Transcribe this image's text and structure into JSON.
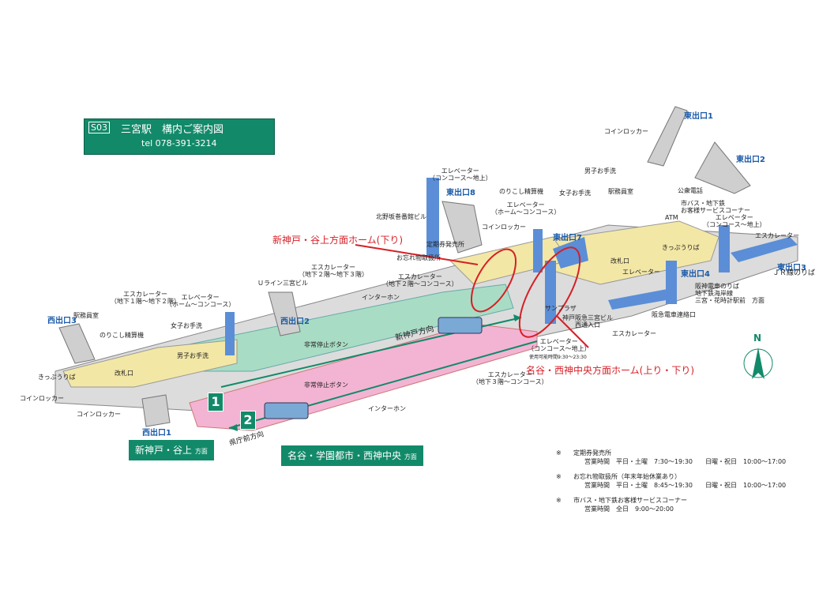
{
  "title": {
    "code": "S03",
    "name": "三宮駅　構内ご案内図",
    "tel": "tel 078-391-3214"
  },
  "highlight_labels": {
    "shinkobe_platform": "新神戸・谷上方面ホーム(下り)",
    "meikoku_platform": "名谷・西神中央方面ホーム(上り・下り)"
  },
  "exits": {
    "east1": "東出口1",
    "east2": "東出口2",
    "east3": "東出口3",
    "east4": "東出口4",
    "east7": "東出口7",
    "east8": "東出口8",
    "west1": "西出口1",
    "west2": "西出口2",
    "west3": "西出口3"
  },
  "platforms": {
    "p1_number": "1",
    "p2_number": "2",
    "p1_direction": "新神戸・谷上",
    "p1_suffix": "方面",
    "p2_direction": "名谷・学園都市・西神中央",
    "p2_suffix": "方面",
    "toward_shinkobe": "新神戸方向",
    "toward_kenchomae": "県庁前方向"
  },
  "labels": {
    "coin_locker_top": "コインロッカー",
    "mens_restroom_top": "男子お手洗",
    "womens_restroom_top": "女子お手洗",
    "station_office_top": "駅務員室",
    "public_phone": "公衆電話",
    "bus_service_1": "市バス・地下鉄",
    "bus_service_2": "お客様サービスコーナー",
    "atm": "ATM",
    "elevator_concourse_ground_1": "エレベーター",
    "elevator_concourse_ground_2": "（コンコース～地上）",
    "elevator_top_right_1": "エレベーター",
    "elevator_top_right_2": "（コンコース～地上）",
    "escalator_right": "エスカレーター",
    "jr_transfer": "ＪＲ線のりば",
    "hanshin_1": "阪神電車のりば",
    "hanshin_2": "地下鉄海岸線",
    "hanshin_3": "三宮・花時計駅前　方面",
    "hankyu_link": "阪急電車連絡口",
    "escalator_bottom_right": "エスカレーター",
    "fare_adjust_top": "のりこし精算機",
    "elevator_home_concourse_1": "エレベーター",
    "elevator_home_concourse_2": "（ホーム～コンコース）",
    "coin_locker_mid": "コインロッカー",
    "pass_office": "定期券発売所",
    "lost_found": "お忘れ物取扱所",
    "kitanozaka": "北野坂巻番館ビル",
    "escalator_b2_concourse_1": "エスカレーター",
    "escalator_b2_concourse_2": "（地下２階～コンコース）",
    "escalator_b2_b3_1": "エスカレーター",
    "escalator_b2_b3_2": "（地下２階～地下３階）",
    "uline": "Ｕライン三宮ビル",
    "intercom_top": "インターホン",
    "emergency_top": "非常停止ボタン",
    "emergency_bottom": "非常停止ボタン",
    "intercom_bottom": "インターホン",
    "elevator_center_1": "エレベーター",
    "elevator_center_2": "（コンコース～地上）",
    "elevator_hours": "使用可能時間9:30～23:30",
    "escalator_b3_1": "エスカレーター",
    "escalator_b3_2": "（地下３階～コンコース）",
    "sanpal": "サンプラザ",
    "kobe_hankyu_1": "神戸阪急三宮ビル",
    "kobe_hankyu_2": "西通入口",
    "gate_left": "改札口",
    "gate_right": "改札口",
    "ticket_right": "きっぷうりば",
    "elevator_right_small": "エレベーター",
    "escalator_left_1": "エスカレーター",
    "escalator_left_2": "（地下１階～地下２階）",
    "station_office_left": "駅務員室",
    "fare_adjust_left": "のりこし精算機",
    "elevator_left_1": "エレベーター",
    "elevator_left_2": "（ホーム～コンコース）",
    "womens_restroom_left": "女子お手洗",
    "mens_restroom_left": "男子お手洗",
    "ticket_left": "きっぷうりば",
    "coin_locker_left": "コインロッカー",
    "coin_locker_left2": "コインロッカー",
    "north": "N"
  },
  "notes": [
    {
      "mark": "※",
      "title": "定期券発売所",
      "hours": "営業時間　平日・土曜　7:30～19:30　　日曜・祝日　10:00～17:00"
    },
    {
      "mark": "※",
      "title": "お忘れ物取扱所（年末年始休業あり）",
      "hours": "営業時間　平日・土曜　8:45～19:30　　日曜・祝日　10:00～17:00"
    },
    {
      "mark": "※",
      "title": "市バス・地下鉄お客様サービスコーナー",
      "hours": "営業時間　全日　9:00～20:00"
    }
  ],
  "colors": {
    "concourse": "#f3e7a6",
    "platform_upper": "#a9dcc4",
    "platform_lower": "#f3b4d3",
    "structure": "#d8d8d8",
    "accent": "#128a6a",
    "exit_text": "#1a5aa8",
    "highlight": "#d61f26",
    "elevator": "#5b8ed6"
  }
}
